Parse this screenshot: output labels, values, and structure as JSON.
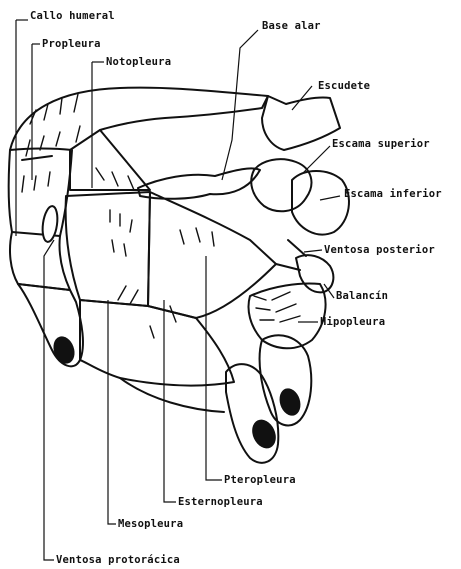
{
  "labels": {
    "callo_humeral": "Callo humeral",
    "propleura": "Propleura",
    "notopleura": "Notopleura",
    "base_alar": "Base alar",
    "escudete": "Escudete",
    "escama_superior": "Escama superior",
    "escama_inferior": "Escama inferior",
    "ventosa_posterior": "Ventosa posterior",
    "balancin": "Balancín",
    "hipopleura": "Hipopleura",
    "pteropleura": "Pteropleura",
    "esternopleura": "Esternopleura",
    "mesopleura": "Mesopleura",
    "ventosa_protoracica": "Ventosa protorácica"
  }
}
